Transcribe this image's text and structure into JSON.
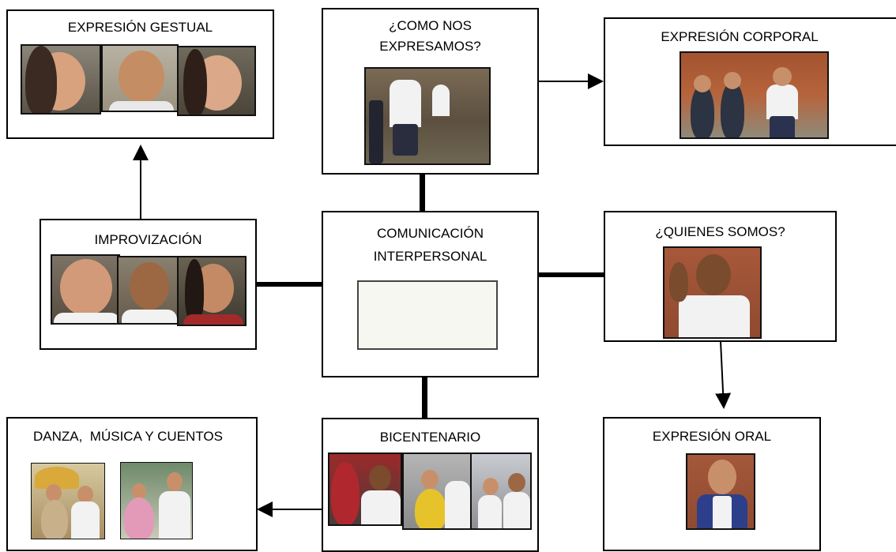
{
  "diagram": {
    "center": {
      "title": "COMUNICACIÓN\nINTERPERSONAL",
      "image_icon": "children-talking-cartoon"
    },
    "top": {
      "title": "¿COMO NOS\nEXPRESAMOS?",
      "image_icon": "students-dancing-photo"
    },
    "top_right": {
      "title": "EXPRESIÓN CORPORAL",
      "image_icon": "students-moving-photo"
    },
    "top_left": {
      "title": "EXPRESIÓN GESTUAL",
      "image_icon": "faces-gesturing-photos"
    },
    "left": {
      "title": "IMPROVIZACIÓN",
      "image_icon": "faces-photos"
    },
    "right": {
      "title": "¿QUIENES SOMOS?",
      "image_icon": "student-portrait-photo"
    },
    "bottom_right": {
      "title": "EXPRESIÓN ORAL",
      "image_icon": "student-speaking-photo"
    },
    "bottom": {
      "title": "BICENTENARIO",
      "image_icon": "costumed-students-photos"
    },
    "bottom_left": {
      "title": "DANZA,  MÚSICA Y CUENTOS",
      "image_icon": "dancing-couples-photos"
    }
  },
  "colors": {
    "border": "#000000",
    "background": "#ffffff"
  }
}
